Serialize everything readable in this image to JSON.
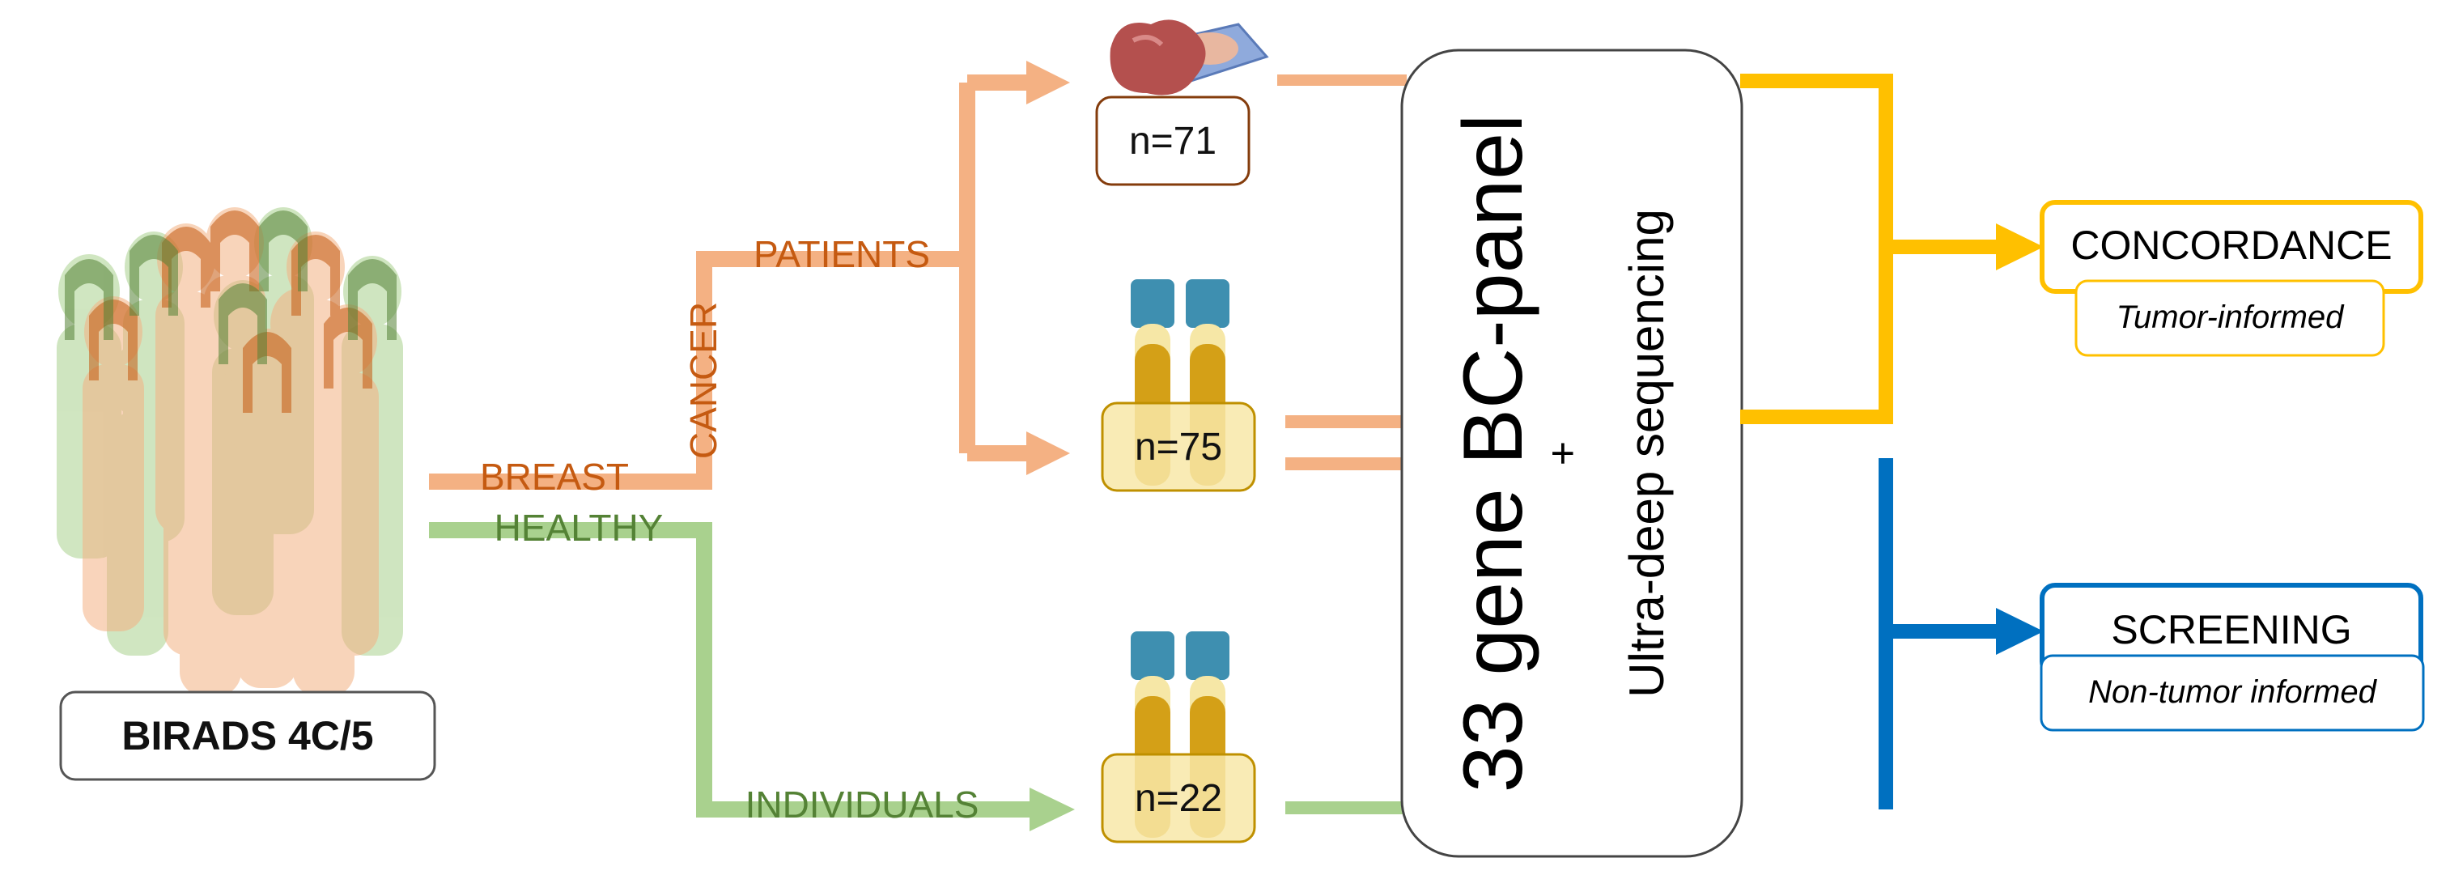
{
  "left": {
    "birads_label": "BIRADS 4C/5"
  },
  "branches": {
    "breast": "BREAST",
    "cancer": "CANCER",
    "patients": "PATIENTS",
    "healthy": "HEALTHY",
    "individuals": "INDIVIDUALS"
  },
  "samples": {
    "tissue_n": "n=71",
    "plasma_patients_n": "n=75",
    "plasma_healthy_n": "n=22"
  },
  "center": {
    "panel_line": "33 gene BC-panel",
    "plus": "+",
    "seq_line": "Ultra-deep sequencing"
  },
  "outputs": {
    "concordance": "CONCORDANCE",
    "concordance_sub": "Tumor-informed",
    "screening": "SCREENING",
    "screening_sub": "Non-tumor informed"
  },
  "colors": {
    "cancer_branch": "#F4B183",
    "cancer_text": "#C55A11",
    "healthy_branch": "#A9D18E",
    "healthy_text": "#548235",
    "concordance": "#FFC000",
    "screening": "#0070C0",
    "tube_cap": "#3E8FB0",
    "tube_liquid": "#D4A017",
    "tissue": "#B4504E",
    "slide": "#8FAADC"
  }
}
